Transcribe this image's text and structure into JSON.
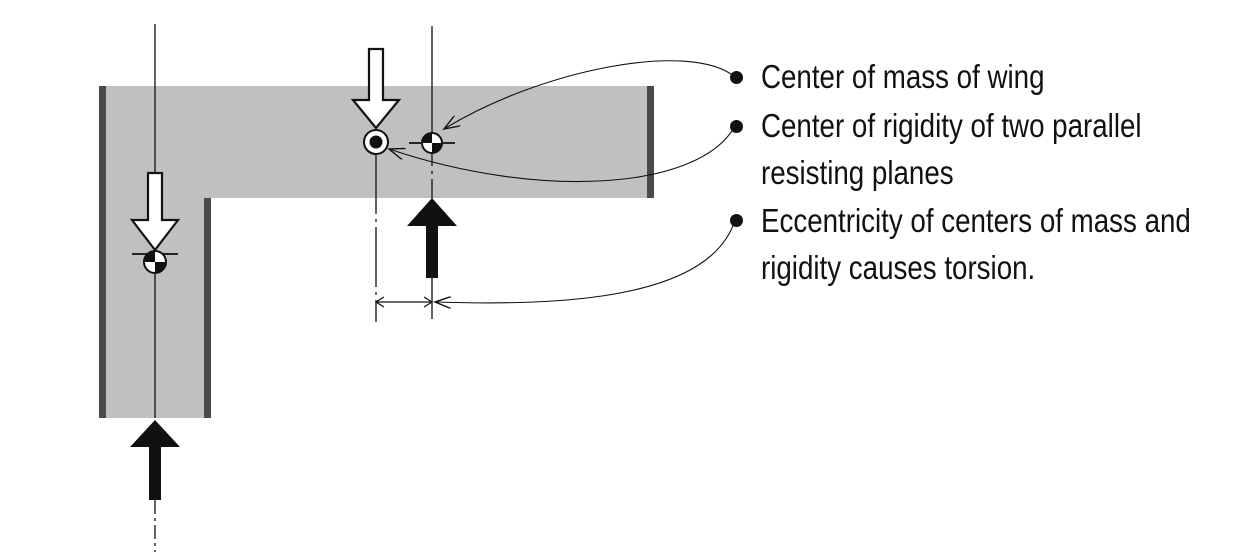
{
  "legend": {
    "items": [
      {
        "lines": [
          "Center of mass of wing"
        ]
      },
      {
        "lines": [
          "Center of rigidity of two parallel",
          "resisting planes"
        ]
      },
      {
        "lines": [
          "Eccentricity of centers of mass and",
          "rigidity causes torsion."
        ]
      }
    ]
  },
  "colors": {
    "slab": "#bfc0c1",
    "wall": "#4a4a4a",
    "line": "#111111",
    "arrow_fill_solid": "#111111",
    "arrow_fill_hollow": "#ffffff"
  }
}
